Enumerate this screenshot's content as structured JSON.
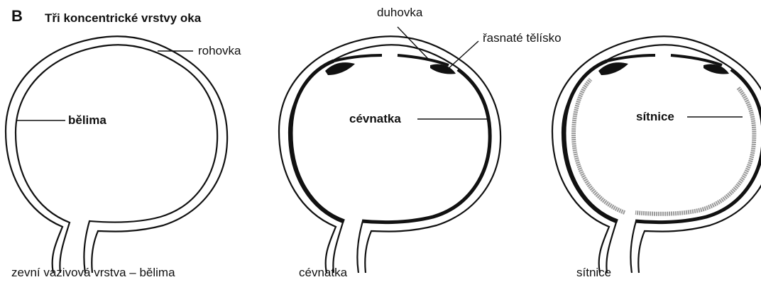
{
  "figure": {
    "letter": "B",
    "title": "Tři koncentrické vrstvy oka"
  },
  "panels": [
    {
      "labels": {
        "rohovka": "rohovka",
        "belima": "bělima"
      },
      "caption": "zevní vazivová vrstva – bělima"
    },
    {
      "labels": {
        "duhovka": "duhovka",
        "rasnate_telisko": "řasnaté tělísko",
        "cevnatka": "cévnatka"
      },
      "caption": "cévnatka"
    },
    {
      "labels": {
        "sitnice": "sítnice"
      },
      "caption": "sítnice"
    }
  ],
  "colors": {
    "ink": "#111111",
    "choroid": "#111111",
    "retina": "#9a9a9a",
    "paper": "#ffffff"
  }
}
